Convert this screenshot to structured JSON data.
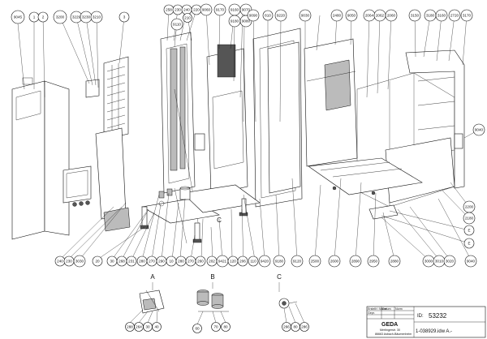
{
  "callouts_top": [
    "9045",
    "1",
    "2",
    "3200",
    "3229",
    "3230",
    "3210",
    "3",
    "258",
    "230",
    "240",
    "220",
    "210",
    "9110",
    "9060",
    "9170",
    "9160",
    "9180",
    "9080",
    "9070",
    "9090",
    "810",
    "9220",
    "9030",
    "2480",
    "9050",
    "2064",
    "2062",
    "2060",
    "3150",
    "3180",
    "3160",
    "2720",
    "3170"
  ],
  "callouts_right": [
    "9040",
    "2200",
    "2180",
    "E",
    "E"
  ],
  "callouts_bottom": [
    "240",
    "230",
    "3030",
    "20",
    "30",
    "268",
    "231",
    "280",
    "270",
    "290",
    "10",
    "280",
    "270",
    "260",
    "202",
    "9421",
    "120",
    "206",
    "110",
    "9420",
    "9180",
    "9120",
    "2500",
    "2600",
    "2890",
    "2950",
    "2880",
    "3000",
    "3010",
    "3020",
    "9040"
  ],
  "callouts_detail_a": [
    "288",
    "264",
    "30",
    "40"
  ],
  "callouts_detail_b": [
    "60",
    "70",
    "80"
  ],
  "callouts_detail_c": [
    "266",
    "80",
    "286"
  ],
  "inline_labels": [
    "C"
  ],
  "details": [
    "A",
    "B",
    "C"
  ],
  "title_block": {
    "logo": "GEDA",
    "company_lines": [
      "Mertingerstr. 30",
      "86663 Asbach-Bäumenheim"
    ],
    "field_labels": [
      "Erstellt / Name",
      "Datum",
      "Gepr.",
      "Norm"
    ],
    "id_label": "ID:",
    "id_value": "53232",
    "drawing_number": "1-038929.idw A.-"
  }
}
